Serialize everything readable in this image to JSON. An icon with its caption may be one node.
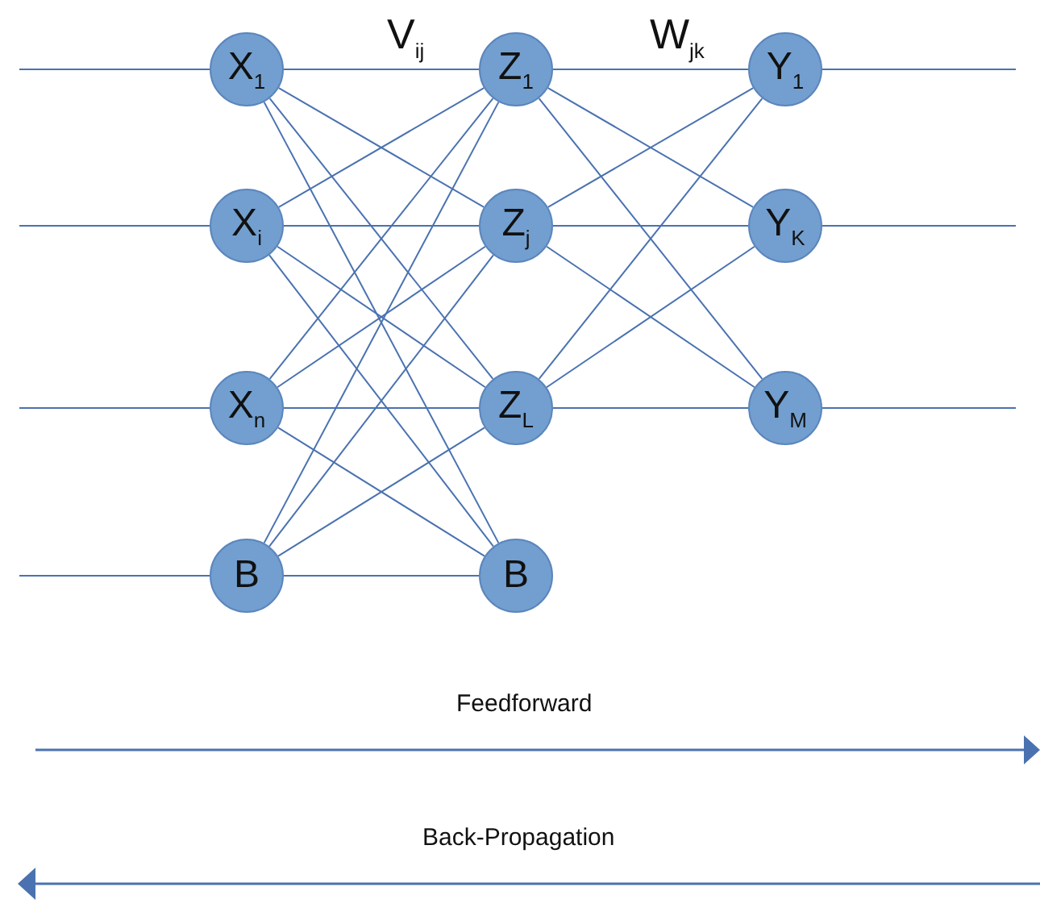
{
  "diagram": {
    "nodes": [
      {
        "text": [
          "X$_{1}$"
        ]
      },
      {
        "text": [
          "X$_{i}$"
        ]
      },
      {
        "text": [
          "X$_{n}$"
        ]
      },
      {
        "text": [
          "B"
        ]
      },
      {
        "text": [
          "Z$_{1}$"
        ]
      },
      {
        "text": [
          "Z$_{j}$"
        ]
      },
      {
        "text": [
          "Z$_{L}$"
        ]
      },
      {
        "text": [
          "B"
        ]
      },
      {
        "text": [
          "Y$_{1}$"
        ]
      },
      {
        "text": [
          "Y$_{K}$"
        ]
      },
      {
        "text": [
          "Y$_{M}$"
        ]
      }
    ],
    "edges": [
      {
        "from": null,
        "to": 0,
        "arrow": "none"
      },
      {
        "from": null,
        "to": 1,
        "arrow": "none"
      },
      {
        "from": null,
        "to": 2,
        "arrow": "none"
      },
      {
        "from": null,
        "to": 3,
        "arrow": "none"
      },
      {
        "from": 0,
        "to": 4,
        "arrow": "none"
      },
      {
        "from": 0,
        "to": 5,
        "arrow": "none"
      },
      {
        "from": 0,
        "to": 6,
        "arrow": "none"
      },
      {
        "from": 0,
        "to": 7,
        "arrow": "none"
      },
      {
        "from": 1,
        "to": 4,
        "arrow": "none"
      },
      {
        "from": 1,
        "to": 5,
        "arrow": "none"
      },
      {
        "from": 1,
        "to": 6,
        "arrow": "none"
      },
      {
        "from": 1,
        "to": 7,
        "arrow": "none"
      },
      {
        "from": 2,
        "to": 4,
        "arrow": "none"
      },
      {
        "from": 2,
        "to": 5,
        "arrow": "none"
      },
      {
        "from": 2,
        "to": 6,
        "arrow": "none"
      },
      {
        "from": 2,
        "to": 7,
        "arrow": "none"
      },
      {
        "from": 3,
        "to": 4,
        "arrow": "none"
      },
      {
        "from": 3,
        "to": 5,
        "arrow": "none"
      },
      {
        "from": 3,
        "to": 6,
        "arrow": "none"
      },
      {
        "from": 3,
        "to": 7,
        "arrow": "none"
      },
      {
        "from": 4,
        "to": 8,
        "arrow": "none"
      },
      {
        "from": 4,
        "to": 9,
        "arrow": "none"
      },
      {
        "from": 4,
        "to": 10,
        "arrow": "none"
      },
      {
        "from": 5,
        "to": 8,
        "arrow": "none"
      },
      {
        "from": 5,
        "to": 9,
        "arrow": "none"
      },
      {
        "from": 5,
        "to": 10,
        "arrow": "none"
      },
      {
        "from": 6,
        "to": 8,
        "arrow": "none"
      },
      {
        "from": 6,
        "to": 9,
        "arrow": "none"
      },
      {
        "from": 6,
        "to": 10,
        "arrow": "none"
      },
      {
        "from": 8,
        "to": null,
        "arrow": "none"
      },
      {
        "from": 9,
        "to": null,
        "arrow": "none"
      },
      {
        "from": 10,
        "to": null,
        "arrow": "none"
      }
    ],
    "labels": [
      "V$_{ij}$",
      "W$_{jk}$",
      "Feedforward",
      "Back-Propagation"
    ]
  }
}
